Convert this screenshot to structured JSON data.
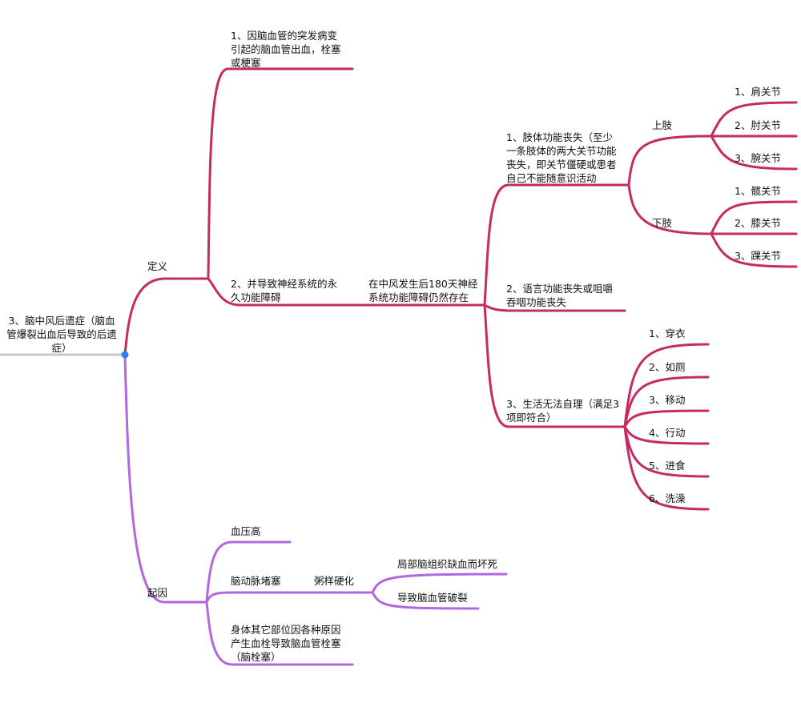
{
  "colors": {
    "root_line": "#c8c8c8",
    "definition": "#c62a63",
    "cause": "#b267de",
    "root_dot": "#2f80ed",
    "text": "#111111"
  },
  "root": {
    "label": "3、脑中风后遗症（脑血\n管爆裂出血后导致的后遗\n症）"
  },
  "definition": {
    "label": "定义",
    "item1": "1、因脑血管的突发病变\n引起的脑血管出血，栓塞\n或梗塞",
    "item2": "2、并导致神经系统的永\n久功能障碍",
    "after180": "在中风发生后180天神经\n系统功能障碍仍然存在",
    "limb": {
      "label": "1、肢体功能丧失（至少\n一条肢体的两大关节功能\n丧失，即关节僵硬或患者\n自己不能随意识活动",
      "upper": {
        "label": "上肢",
        "joints": [
          "1、肩关节",
          "2、肘关节",
          "3、腕关节"
        ]
      },
      "lower": {
        "label": "下肢",
        "joints": [
          "1、髋关节",
          "2、膝关节",
          "3、踝关节"
        ]
      }
    },
    "speech": "2、语言功能丧失或咀嚼\n吞咽功能丧失",
    "selfcare": {
      "label": "3、生活无法自理（满足3\n项即符合）",
      "items": [
        "1、穿衣",
        "2、如厕",
        "3、移动",
        "4、行动",
        "5、进食",
        "6、洗澡"
      ]
    }
  },
  "cause": {
    "label": "起因",
    "hypertension": "血压高",
    "artery": "脑动脉堵塞",
    "atherosclerosis": "粥样硬化",
    "ischemia": "局部脑组织缺血而坏死",
    "rupture": "导致脑血管破裂",
    "embolism": "身体其它部位因各种原因\n产生血栓导致脑血管栓塞\n（脑栓塞）"
  }
}
